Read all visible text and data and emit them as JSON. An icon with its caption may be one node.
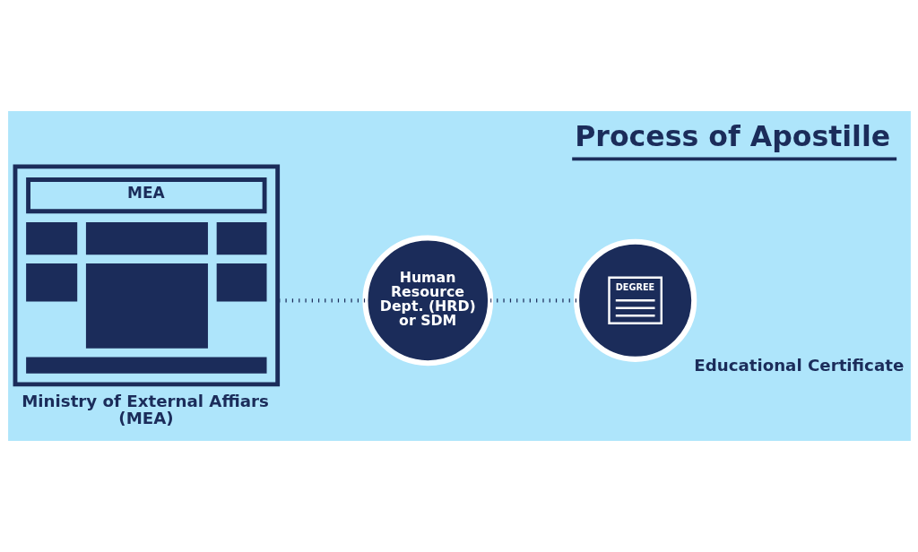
{
  "diagram": {
    "title": "Process of Apostille",
    "nodes": [
      {
        "text": [
          "MEA"
        ],
        "beside": [
          "Ministry of External Affiars (MEA)"
        ]
      },
      {
        "text": [
          "DEGREE"
        ],
        "beside": [
          "Educational Certificate"
        ]
      },
      {
        "text": [
          "Human Resource Dept. (HRD) or SDM"
        ]
      }
    ],
    "edges": [
      {
        "from": 1,
        "to": 2,
        "arrow": "none",
        "style": "dashed"
      },
      {
        "from": 2,
        "to": 0,
        "arrow": "none",
        "style": "dashed"
      }
    ]
  }
}
